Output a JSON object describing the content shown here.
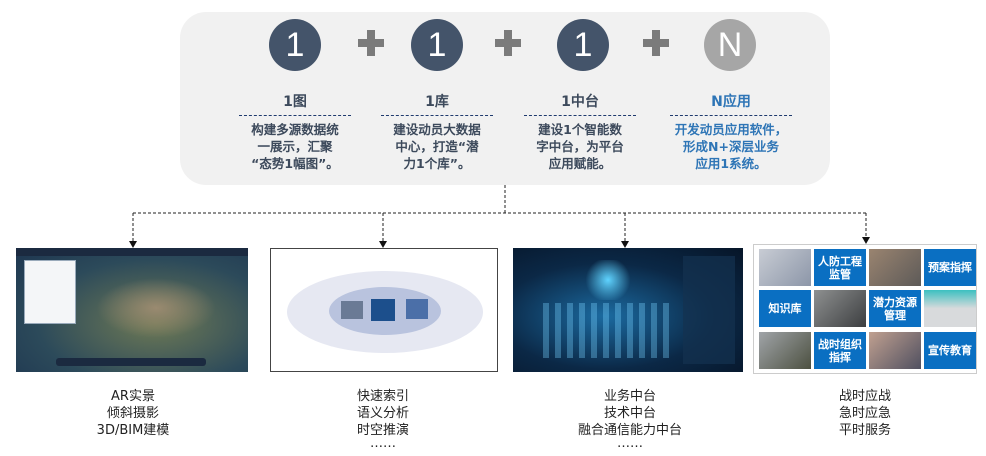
{
  "formula": {
    "items": [
      {
        "symbol": "1",
        "title": "1图",
        "desc": [
          "构建多源数据统",
          "一展示，汇聚",
          "“态势1幅图”。"
        ]
      },
      {
        "symbol": "1",
        "title": "1库",
        "desc": [
          "建设动员大数据",
          "中心，打造“潜",
          "力1个库”。"
        ]
      },
      {
        "symbol": "1",
        "title": "1中台",
        "desc": [
          "建设1个智能数",
          "字中台，为平台",
          "应用赋能。"
        ]
      },
      {
        "symbol": "N",
        "title": "N应用",
        "desc": [
          "开发动员应用软件，",
          "形成N+深层业务",
          "应用1系统。"
        ]
      }
    ],
    "colors": {
      "dark_circle": "#44546a",
      "n_circle": "#a6a6a6",
      "blue": "#2e75b6"
    }
  },
  "tiles": [
    "人防工程监管",
    "预案指挥",
    "知识库",
    "潜力资源管理",
    "战时组织指挥",
    "宣传教育"
  ],
  "captions": [
    [
      "AR实景",
      "倾斜摄影",
      "3D/BIM建模"
    ],
    [
      "快速索引",
      "语义分析",
      "时空推演",
      "……"
    ],
    [
      "业务中台",
      "技术中台",
      "融合通信能力中台",
      "……"
    ],
    [
      "战时应战",
      "急时应急",
      "平时服务"
    ]
  ]
}
